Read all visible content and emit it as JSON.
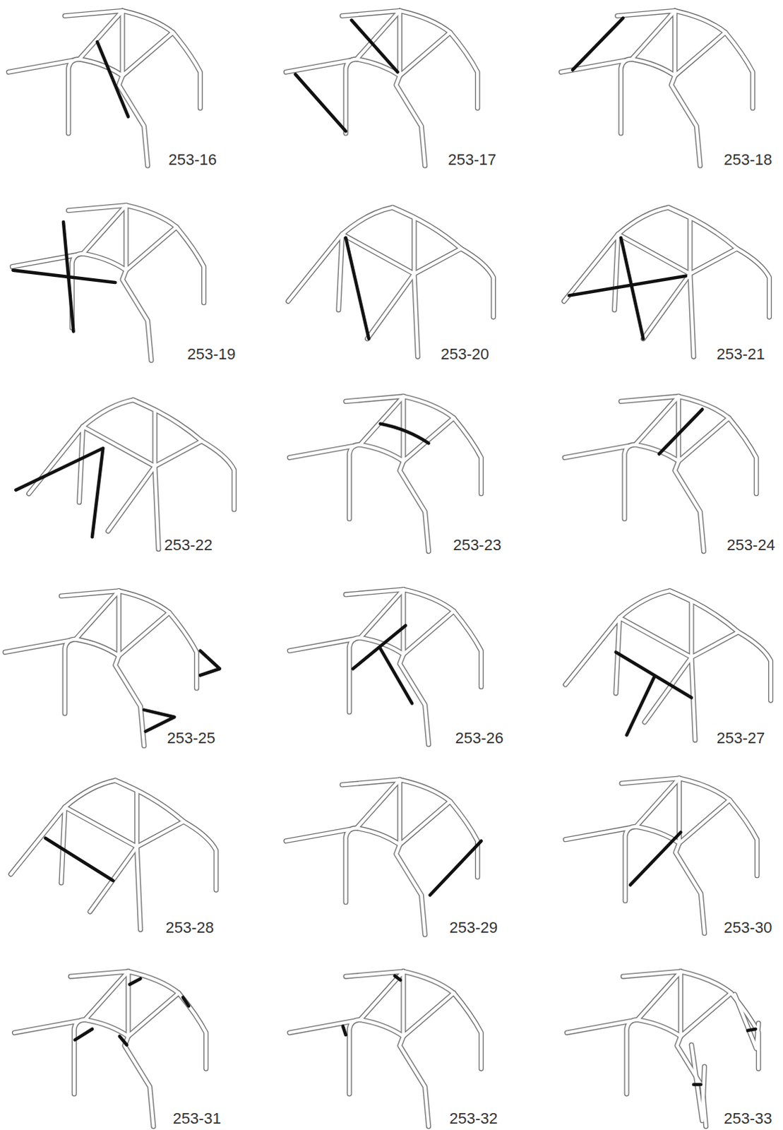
{
  "diagram": {
    "labels": [
      "253-16",
      "253-17",
      "253-18",
      "253-19",
      "253-20",
      "253-21",
      "253-22",
      "253-23",
      "253-24",
      "253-25",
      "253-26",
      "253-27",
      "253-28",
      "253-29",
      "253-30",
      "253-31",
      "253-32",
      "253-33"
    ]
  }
}
